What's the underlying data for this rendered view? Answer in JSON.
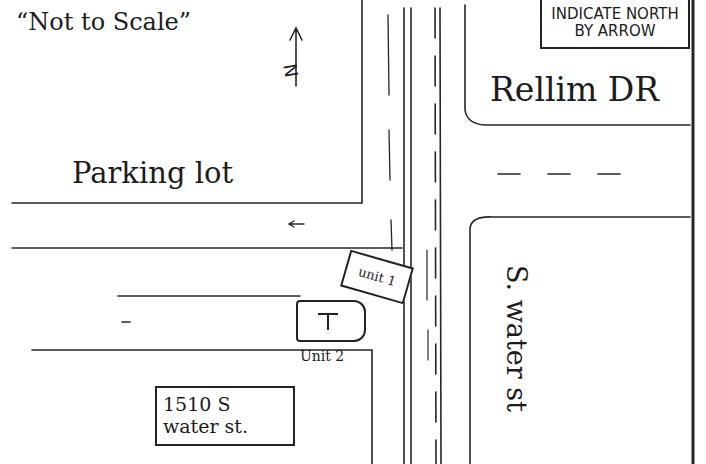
{
  "diagram": {
    "nodes": [
      {
        "text": [
          "INDICATE NORTH BY ARROW"
        ]
      },
      {
        "text": [
          "unit 1"
        ]
      },
      {
        "text": [
          "Unit 2"
        ]
      },
      {
        "text": [
          "1510 S water st."
        ]
      }
    ],
    "labels": [
      "“Not to Scale”",
      "N",
      "Rellim DR",
      "Parking lot",
      "S. water st"
    ]
  }
}
